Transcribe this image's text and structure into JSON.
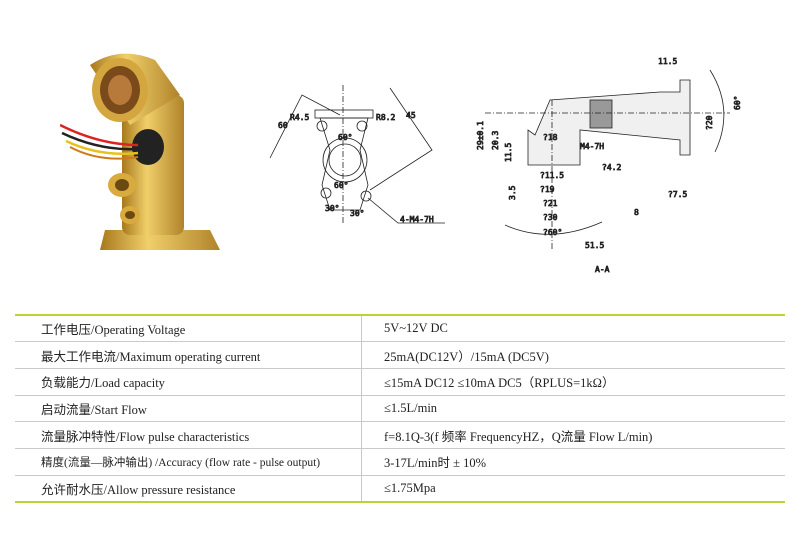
{
  "drawings": {
    "front_view": {
      "r1": "R4.5",
      "r2": "R8.2",
      "a1": "60°",
      "a2": "60°",
      "a3": "30°",
      "a4": "30°",
      "d1": "60",
      "d2": "45",
      "thread": "4-M4-7H"
    },
    "section_view": {
      "d_11_5_top": "11.5",
      "d_29": "29±0.1",
      "d_20_3": "20.3",
      "d_11_5": "11.5",
      "d_3_5": "3.5",
      "phi18": "?18",
      "phi11_5": "?11.5",
      "phi19": "?19",
      "phi21": "?21",
      "phi30": "?30",
      "phi60": "?60°",
      "m4": "M4-7H",
      "phi4_2": "?4.2",
      "phi7_5": "?7.5",
      "phi20": "?20",
      "d8": "8",
      "d51_5": "51.5",
      "a60": "60°",
      "title": "A-A"
    }
  },
  "specs": [
    {
      "label": "工作电压/Operating Voltage",
      "value": "5V~12V DC"
    },
    {
      "label": "最大工作电流/Maximum operating current",
      "value": "25mA(DC12V）/15mA (DC5V)"
    },
    {
      "label": "负载能力/Load capacity",
      "value": "≤15mA DC12  ≤10mA DC5（RPLUS=1kΩ）"
    },
    {
      "label": "启动流量/Start Flow",
      "value": "≤1.5L/min"
    },
    {
      "label": "流量脉冲特性/Flow pulse characteristics",
      "value": "f=8.1Q-3(f 频率 FrequencyHZ，Q流量 Flow L/min)"
    },
    {
      "label": "精度(流量—脉冲输出) /Accuracy (flow rate - pulse output)",
      "value": "3-17L/min时 ± 10%"
    },
    {
      "label": "允许耐水压/Allow pressure resistance",
      "value": "≤1.75Mpa"
    }
  ]
}
